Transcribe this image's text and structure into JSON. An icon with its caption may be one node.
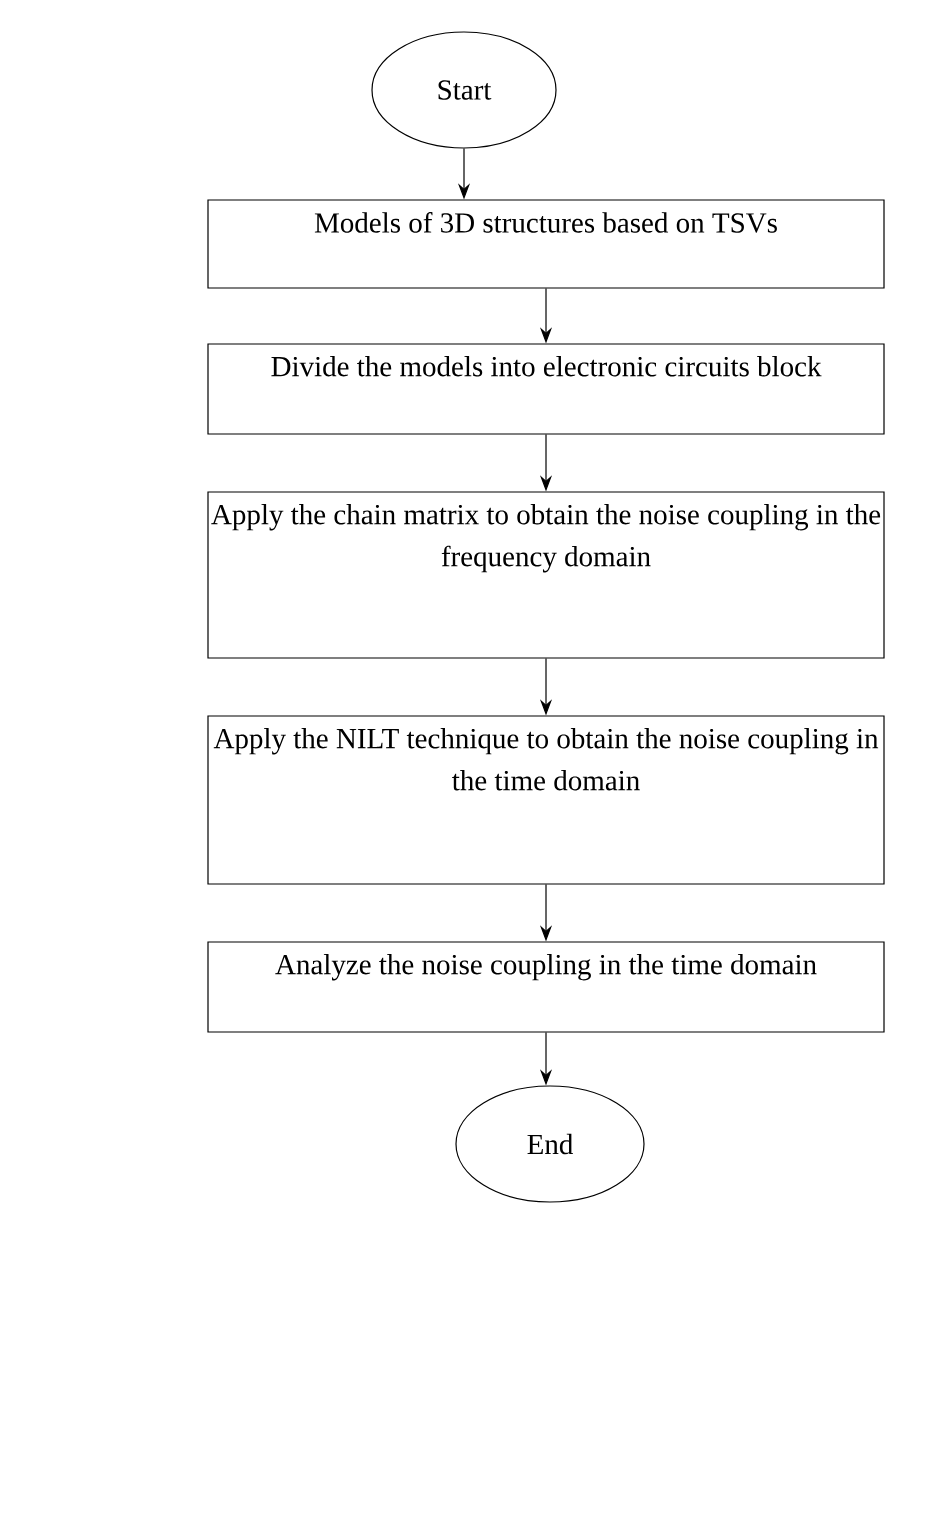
{
  "diagram": {
    "nodes": [
      {
        "text": [
          "Start"
        ]
      },
      {
        "text": [
          "Models of 3D structures based on TSVs"
        ]
      },
      {
        "text": [
          "Divide the models into electronic circuits block"
        ]
      },
      {
        "text": [
          "Apply the chain matrix to obtain the noise coupling in the frequency domain"
        ]
      },
      {
        "text": [
          "Apply the NILT technique to obtain the noise coupling in the time domain"
        ]
      },
      {
        "text": [
          "Analyze the noise coupling in the time domain"
        ]
      },
      {
        "text": [
          "End"
        ]
      }
    ],
    "edges": [
      {
        "from": 0,
        "to": 1,
        "arrow": "to"
      },
      {
        "from": 1,
        "to": 2,
        "arrow": "to"
      },
      {
        "from": 2,
        "to": 3,
        "arrow": "to"
      },
      {
        "from": 3,
        "to": 4,
        "arrow": "to"
      },
      {
        "from": 4,
        "to": 5,
        "arrow": "to"
      },
      {
        "from": 5,
        "to": 6,
        "arrow": "to"
      }
    ]
  }
}
